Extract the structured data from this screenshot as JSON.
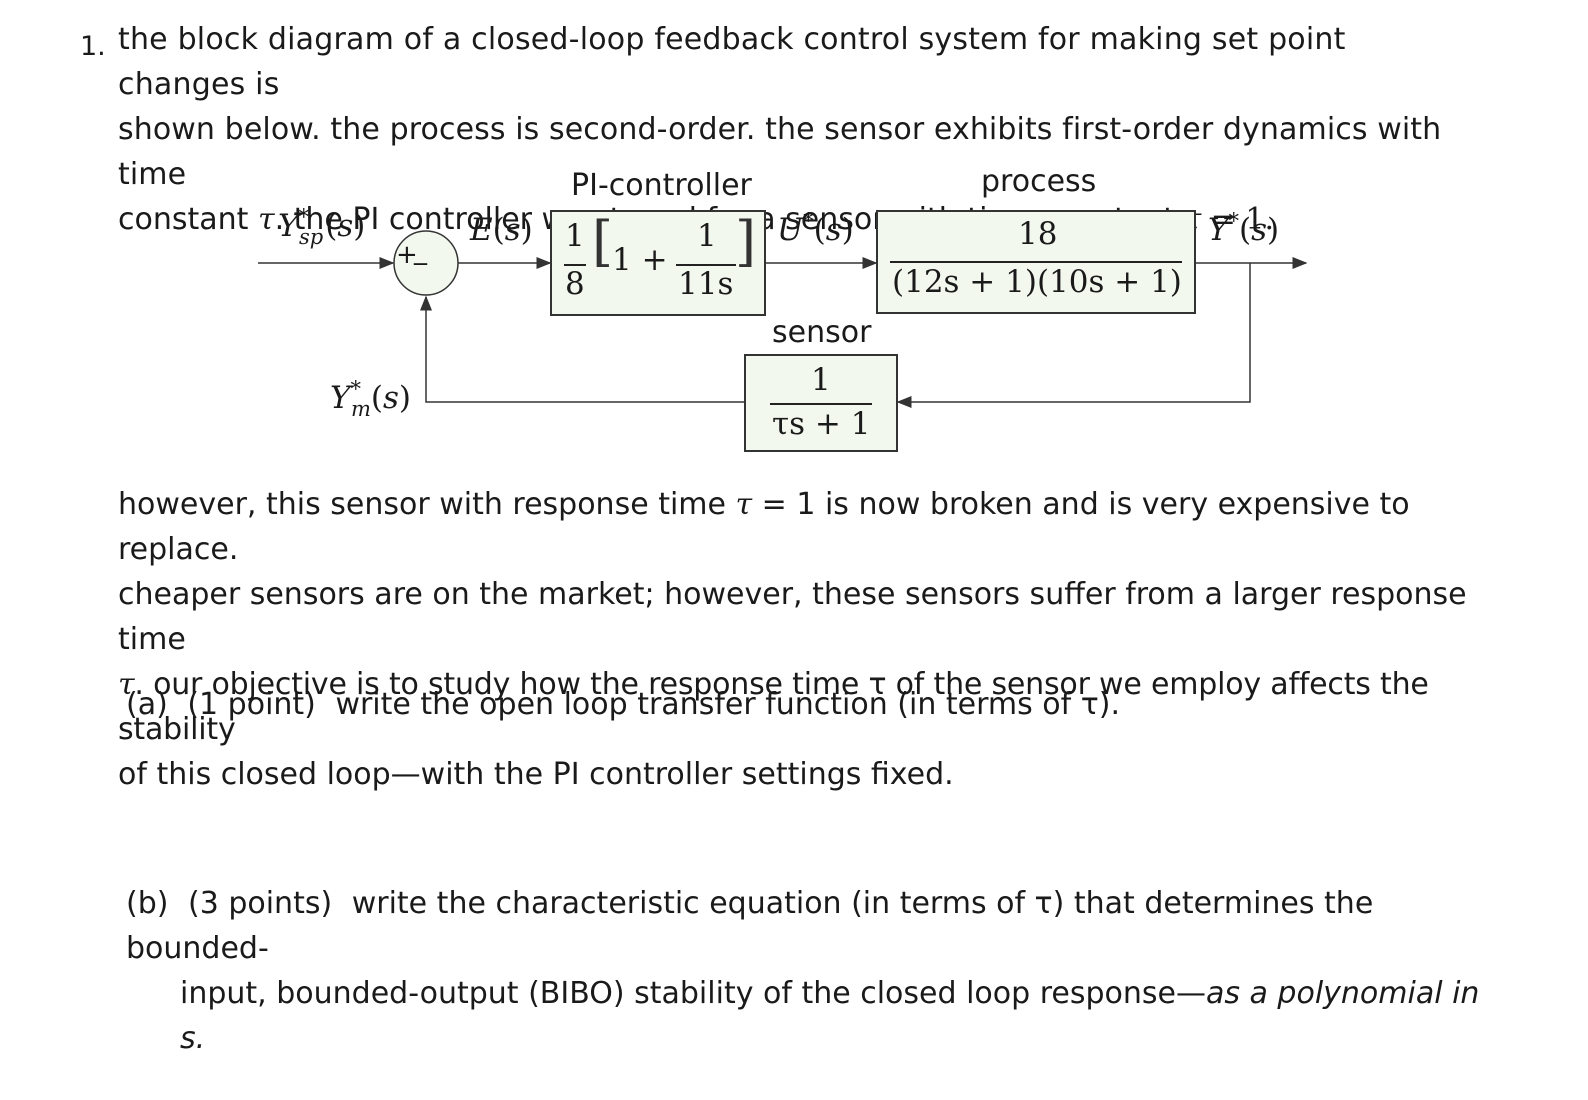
{
  "problem": {
    "number": "1.",
    "intro_line1": "the block diagram of a closed-loop feedback control system for making set point changes is",
    "intro_line2": "shown below. the process is second-order. the sensor exhibits first-order dynamics with time",
    "intro_line3_a": "constant",
    "intro_line3_b": ". the PI controller was tuned for a sensor with time constant",
    "intro_line3_c": "= 1."
  },
  "diagram": {
    "controller_title": "PI-controller",
    "process_title": "process",
    "sensor_title": "sensor",
    "setpoint_label": "Y*sp(s)",
    "error_label": "E(s)",
    "input_label": "U*(s)",
    "output_label": "Y*(s)",
    "measured_label": "Y*m(s)",
    "summer_plus": "+",
    "summer_minus": "_",
    "controller_gain_num": "1",
    "controller_gain_den": "8",
    "controller_one": "1 +",
    "controller_int_num": "1",
    "controller_int_den": "11s",
    "process_num": "18",
    "process_den": "(12s + 1)(10s + 1)",
    "sensor_num": "1",
    "sensor_den": "τs + 1"
  },
  "body": {
    "line1_a": "however, this sensor with response time",
    "line1_b": "= 1 is now broken and is very expensive to replace.",
    "line2": "cheaper sensors are on the market; however, these sensors suffer from a larger response time",
    "line3": ". our objective is to study how the response time τ of the sensor we employ affects the stability",
    "line4": "of this closed loop—with the PI controller settings fixed."
  },
  "parts": {
    "a_label": "(a)",
    "a_points": "(1 point)",
    "a_text": "write the open loop transfer function (in terms of τ).",
    "b_label": "(b)",
    "b_points": "(3 points)",
    "b_text_line1": "write the characteristic equation (in terms of τ) that determines the bounded-",
    "b_text_line2_a": "input, bounded-output (BIBO) stability of the closed loop response—",
    "b_text_line2_b": "as a polynomial in s."
  }
}
